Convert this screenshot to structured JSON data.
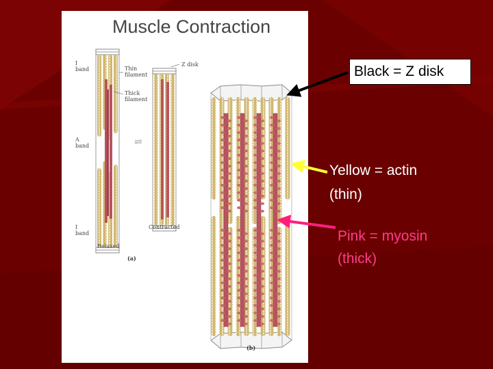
{
  "slide": {
    "title": "Muscle Contraction",
    "figure": {
      "labels": {
        "i_band_top": "I\nband",
        "a_band": "A\nband",
        "i_band_bottom": "I\nband",
        "thin_filament": "Thin\nfilament",
        "thick_filament": "Thick\nfilament",
        "z_disk": "Z disk",
        "relaxed": "Relaxed",
        "contracted": "Contracted",
        "equilibrium": "⇌"
      },
      "captions": {
        "part_a": "(a)",
        "part_b": "(b)"
      }
    },
    "callouts": {
      "z_disk": {
        "text": "Black = Z disk",
        "arrow_color": "#000000"
      },
      "actin": {
        "line1": "Yellow = actin",
        "line2": "(thin)",
        "color": "#ffffff",
        "arrow_color": "#ffff33"
      },
      "myosin": {
        "line1": "Pink = myosin",
        "line2": "(thick)",
        "color": "#ff3d8b",
        "arrow_color": "#ff1f7a"
      }
    },
    "colors": {
      "background": "#6e0000",
      "actin": "#d9c07a",
      "myosin": "#b8545f",
      "z_disk": "#888888"
    }
  }
}
